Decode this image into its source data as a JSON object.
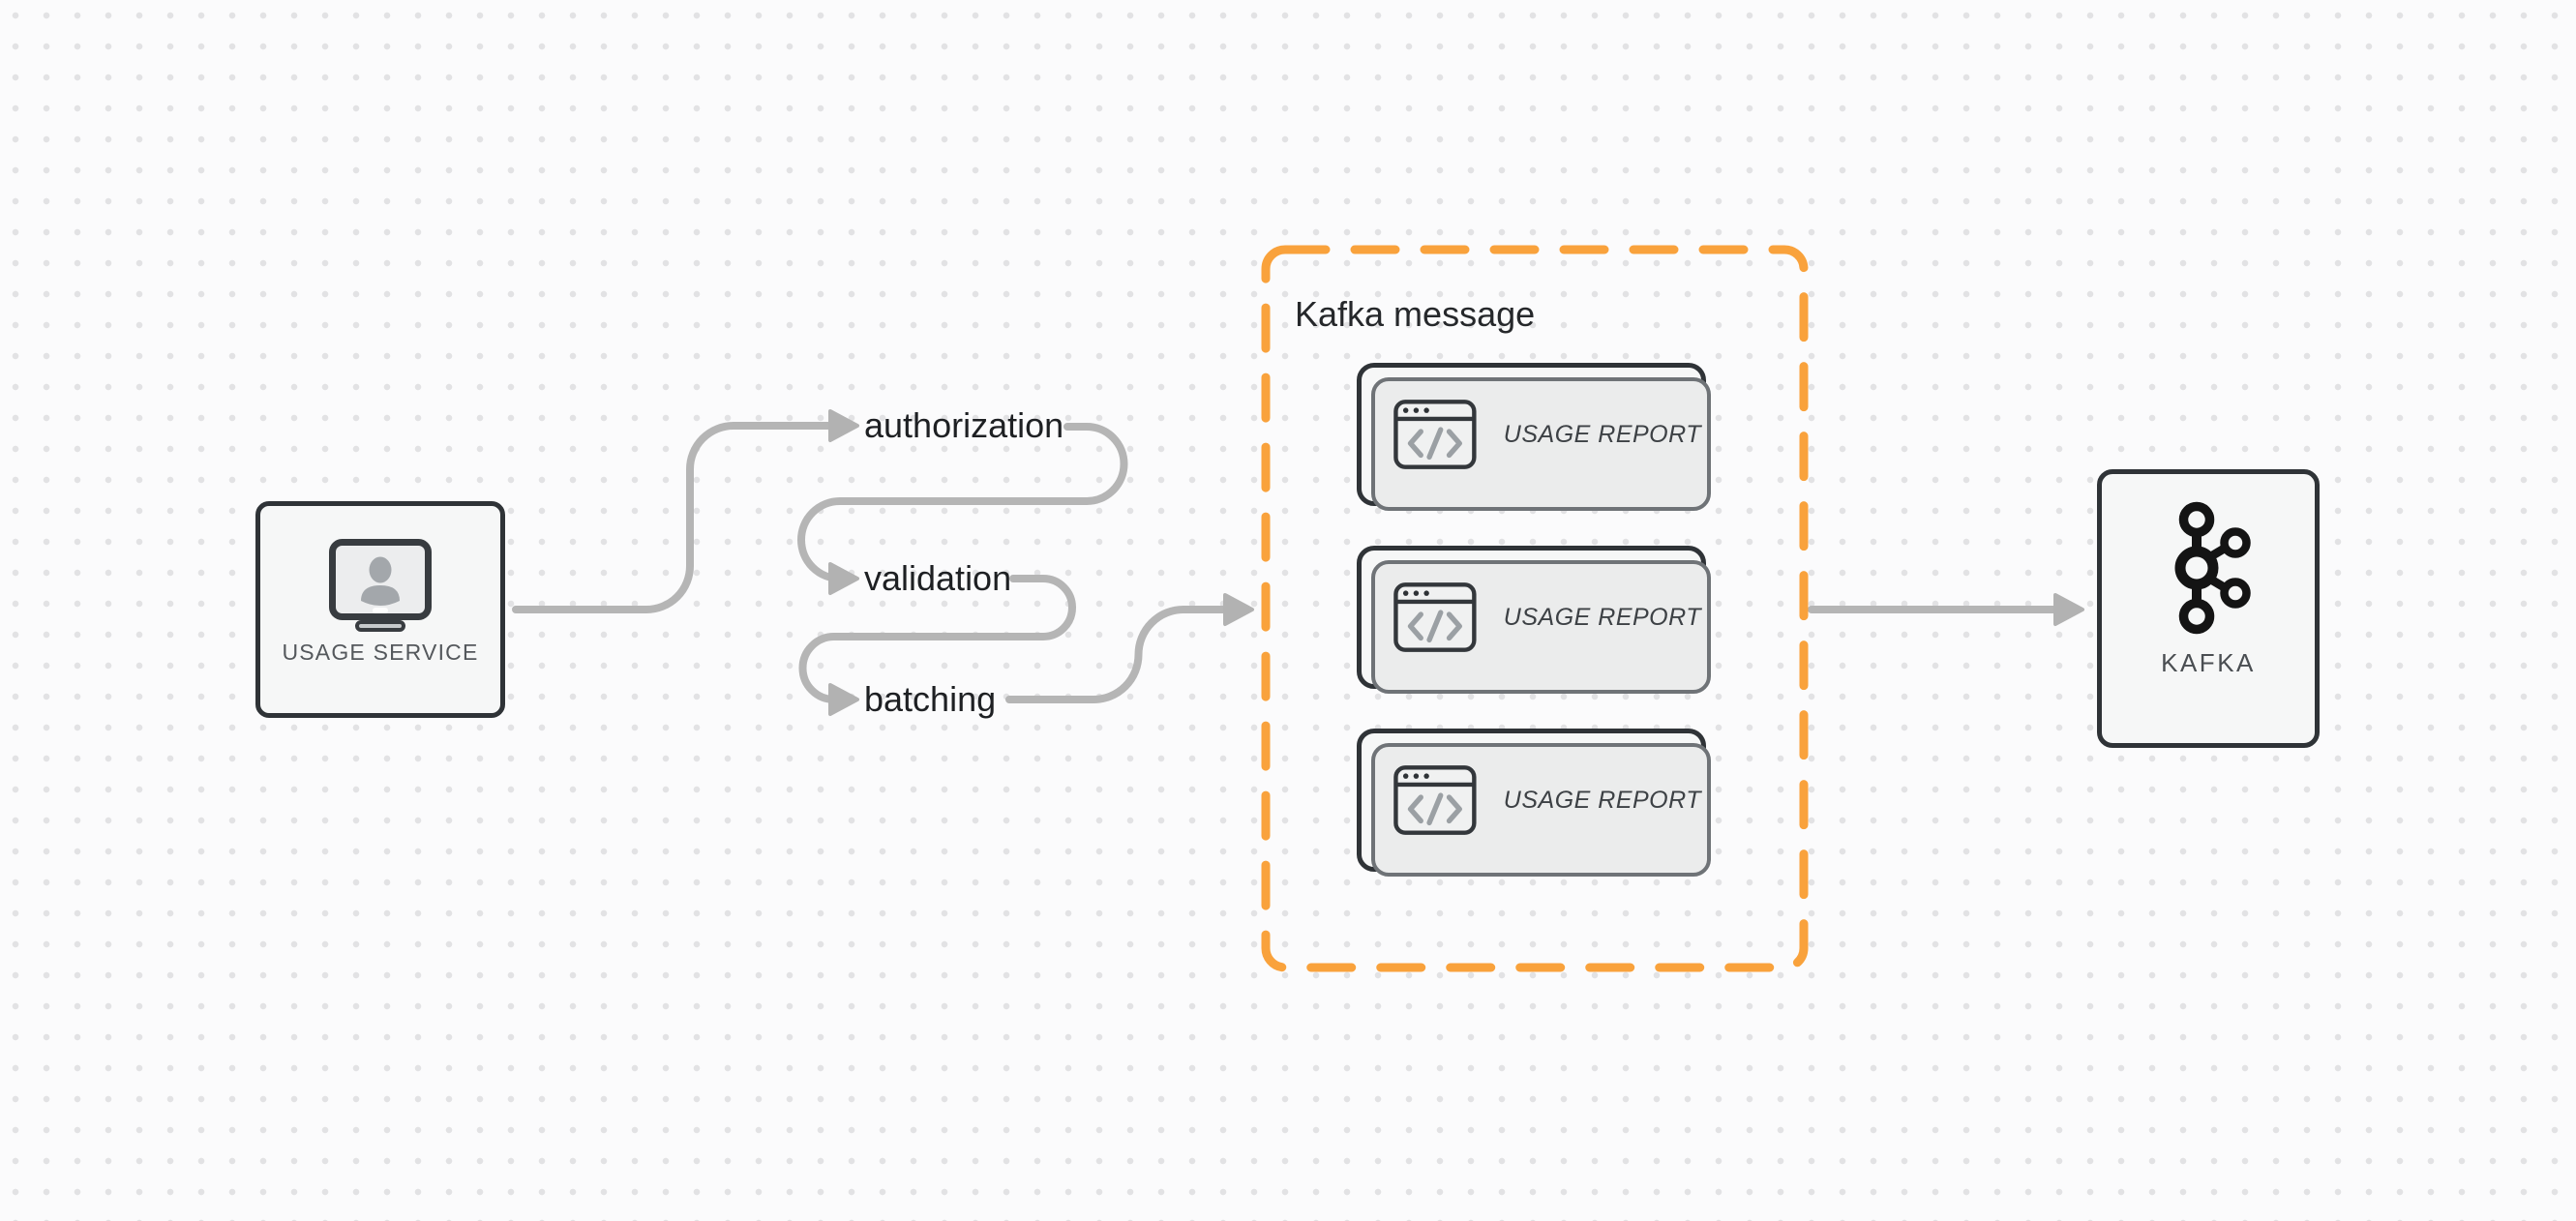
{
  "diagram": {
    "source_node": {
      "label": "USAGE SERVICE",
      "icon": "monitor-user-icon"
    },
    "steps": [
      {
        "label": "authorization"
      },
      {
        "label": "validation"
      },
      {
        "label": "batching"
      }
    ],
    "message_group": {
      "title": "Kafka message",
      "cards": [
        {
          "label": "USAGE REPORT",
          "icon": "code-window-icon"
        },
        {
          "label": "USAGE REPORT",
          "icon": "code-window-icon"
        },
        {
          "label": "USAGE REPORT",
          "icon": "code-window-icon"
        }
      ]
    },
    "sink_node": {
      "label": "KAFKA",
      "icon": "kafka-logo-icon"
    },
    "colors": {
      "connector_gray": "#b5b5b5",
      "node_border": "#2f3337",
      "node_fill": "#f6f7f7",
      "group_dashed_border": "#f9a23c",
      "flow_label_text": "#1e2023",
      "node_label_text": "#54585c",
      "card_shadow_fill": "#ebecec",
      "background": "#fbfbfc",
      "dot_grid": "#e2e2e4"
    }
  }
}
